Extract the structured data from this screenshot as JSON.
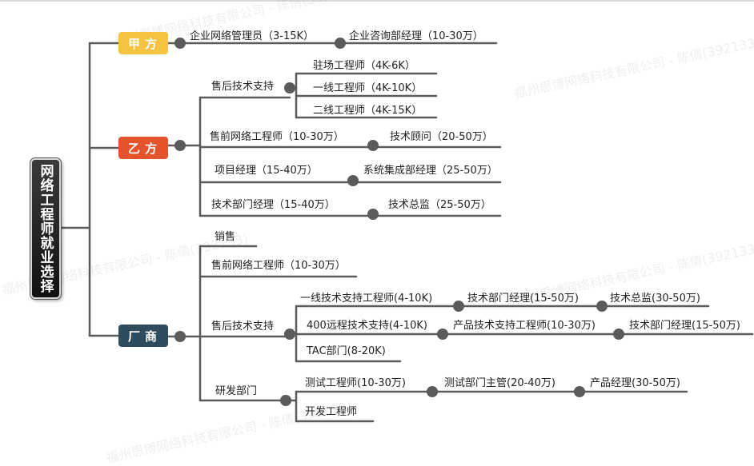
{
  "root": "网络工程师就业选择",
  "categories": {
    "jia": "甲方",
    "yi": "乙方",
    "changshang": "厂商"
  },
  "jia": {
    "n1": "企业网络管理员（3-15K）",
    "n2": "企业咨询部经理（10-30万）"
  },
  "yi": {
    "after_sales": "售后技术支持",
    "onsite": "驻场工程师（4K-6K）",
    "line1": "一线工程师（4K-10K）",
    "line2": "二线工程师（4K-15K）",
    "presales": "售前网络工程师（10-30万）",
    "consultant": "技术顾问（20-50万）",
    "pm": "项目经理（15-40万）",
    "si_manager": "系统集成部经理（25-50万）",
    "tech_mgr": "技术部门经理（15-40万）",
    "cto": "技术总监（25-50万）"
  },
  "cs": {
    "sales": "销售",
    "presales": "售前网络工程师（10-30万）",
    "after_sales": "售后技术支持",
    "l1": "一线技术支持工程师(4-10K)",
    "l1_mgr": "技术部门经理(15-50万)",
    "l1_cto": "技术总监(30-50万)",
    "remote": "400远程技术支持(4-10K)",
    "product_eng": "产品技术支持工程师(10-30万)",
    "product_mgr": "技术部门经理(15-50万)",
    "tac": "TAC部门(8-20K)",
    "rd": "研发部门",
    "test": "测试工程师(10-30万)",
    "test_mgr": "测试部门主管(20-40万)",
    "prod_mgr": "产品经理(30-50万)",
    "dev": "开发工程师"
  },
  "watermark": "福州思博网络科技有限公司 - 陈倩(392133)",
  "colors": {
    "line": "#5b5b5b",
    "jia": "#f6c341",
    "yi": "#e5532c",
    "changshang": "#2f4b5e"
  }
}
